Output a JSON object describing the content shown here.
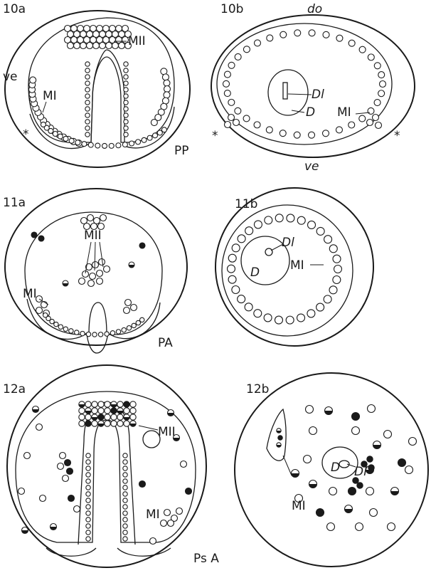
{
  "panels": {
    "p10a": {
      "number": "10a",
      "labels": {
        "m2": "MII",
        "m1": "MI",
        "ve": "ve",
        "star": "*"
      }
    },
    "p10b": {
      "number": "10b",
      "labels": {
        "do": "do",
        "ve": "ve",
        "dl": "Dl",
        "d": "D",
        "m1": "MI",
        "star_left": "*",
        "star_right": "*"
      }
    },
    "stage_pp": "PP",
    "p11a": {
      "number": "11a",
      "labels": {
        "m2": "MII",
        "m1": "MI"
      }
    },
    "p11b": {
      "number": "11b",
      "labels": {
        "dl": "Dl",
        "d": "D",
        "m1": "MI"
      }
    },
    "stage_pa": "PA",
    "p12a": {
      "number": "12a",
      "labels": {
        "m2": "MII",
        "m1": "MI"
      }
    },
    "p12b": {
      "number": "12b",
      "labels": {
        "d": "D",
        "dl": "Dl",
        "m1": "MI"
      }
    },
    "stage_psa": "Ps A"
  }
}
